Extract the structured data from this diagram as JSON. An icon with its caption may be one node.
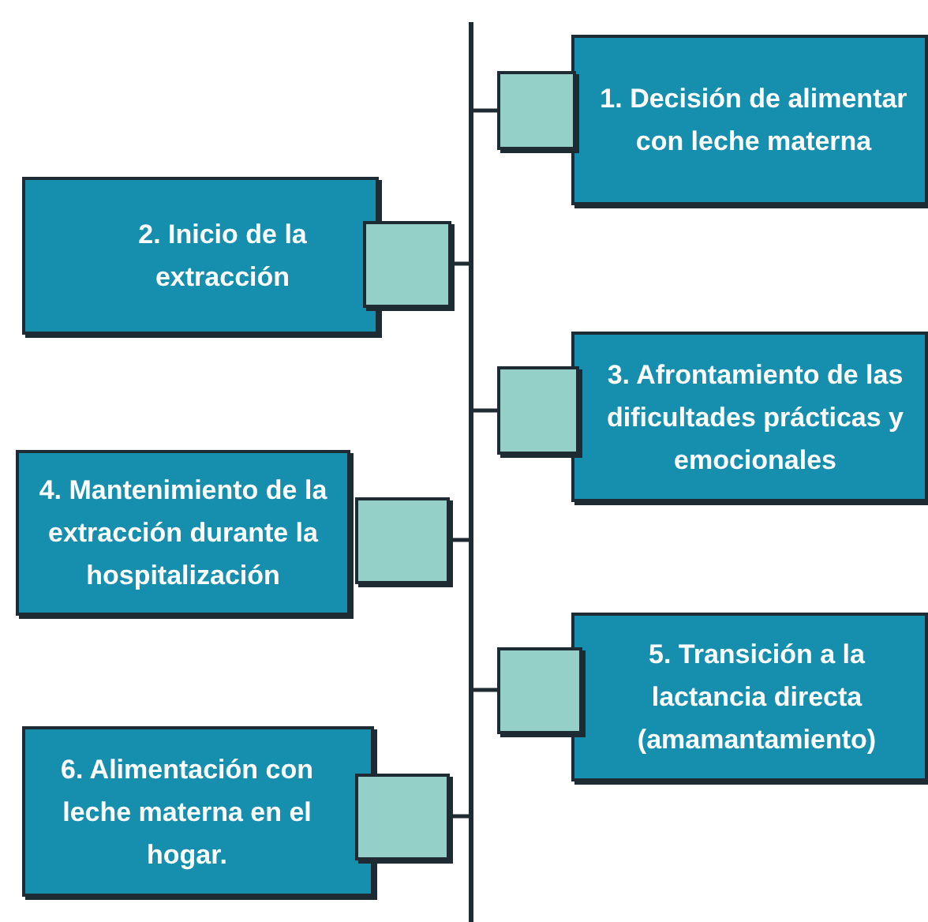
{
  "diagram": {
    "nodes": [
      {
        "text": [
          "1. Decisión de alimentar con leche materna"
        ]
      },
      {
        "text": [
          "2. Inicio de la extracción"
        ]
      },
      {
        "text": [
          "3. Afrontamiento de las dificultades prácticas y emocionales"
        ]
      },
      {
        "text": [
          "4. Mantenimiento de la extracción durante la hospitalización"
        ]
      },
      {
        "text": [
          "5. Transición a la lactancia directa (amamantamiento)"
        ]
      },
      {
        "text": [
          "6. Alimentación con leche materna en el hogar."
        ]
      },
      {
        "text": [],
        "shape": "bar"
      }
    ],
    "edges": [
      {
        "from": 6,
        "to": 0,
        "arrow": "none"
      },
      {
        "from": 6,
        "to": 1,
        "arrow": "none"
      },
      {
        "from": 6,
        "to": 2,
        "arrow": "none"
      },
      {
        "from": 6,
        "to": 3,
        "arrow": "none"
      },
      {
        "from": 6,
        "to": 4,
        "arrow": "none"
      },
      {
        "from": 6,
        "to": 5,
        "arrow": "none"
      }
    ]
  }
}
